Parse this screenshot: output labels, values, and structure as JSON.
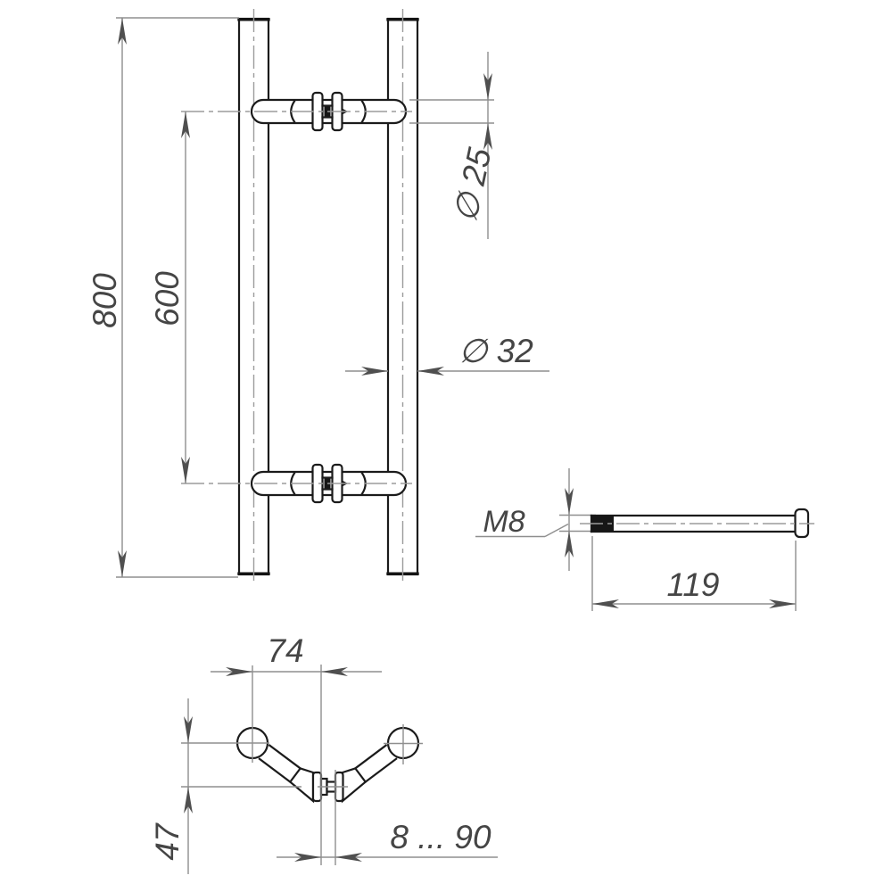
{
  "page": {
    "background": "#ffffff"
  },
  "colors": {
    "part_line": "#1b1b1b",
    "dimension_line": "#8f8f8f",
    "centerline": "#9c9c9c",
    "arrowhead": "#4f4f4f",
    "text": "#454545",
    "thread_fill": "#161616"
  },
  "front_view": {
    "overall_length_label": "800",
    "centers_distance_label": "600",
    "grip_diameter_label": "∅ 25",
    "tube_diameter_label": "∅ 32"
  },
  "bolt_view": {
    "thread_label": "M8",
    "bolt_length_label": "119"
  },
  "top_view": {
    "horizontal_offset_label": "74",
    "vertical_offset_label": "47",
    "clamping_range_label": "8 ... 90"
  }
}
